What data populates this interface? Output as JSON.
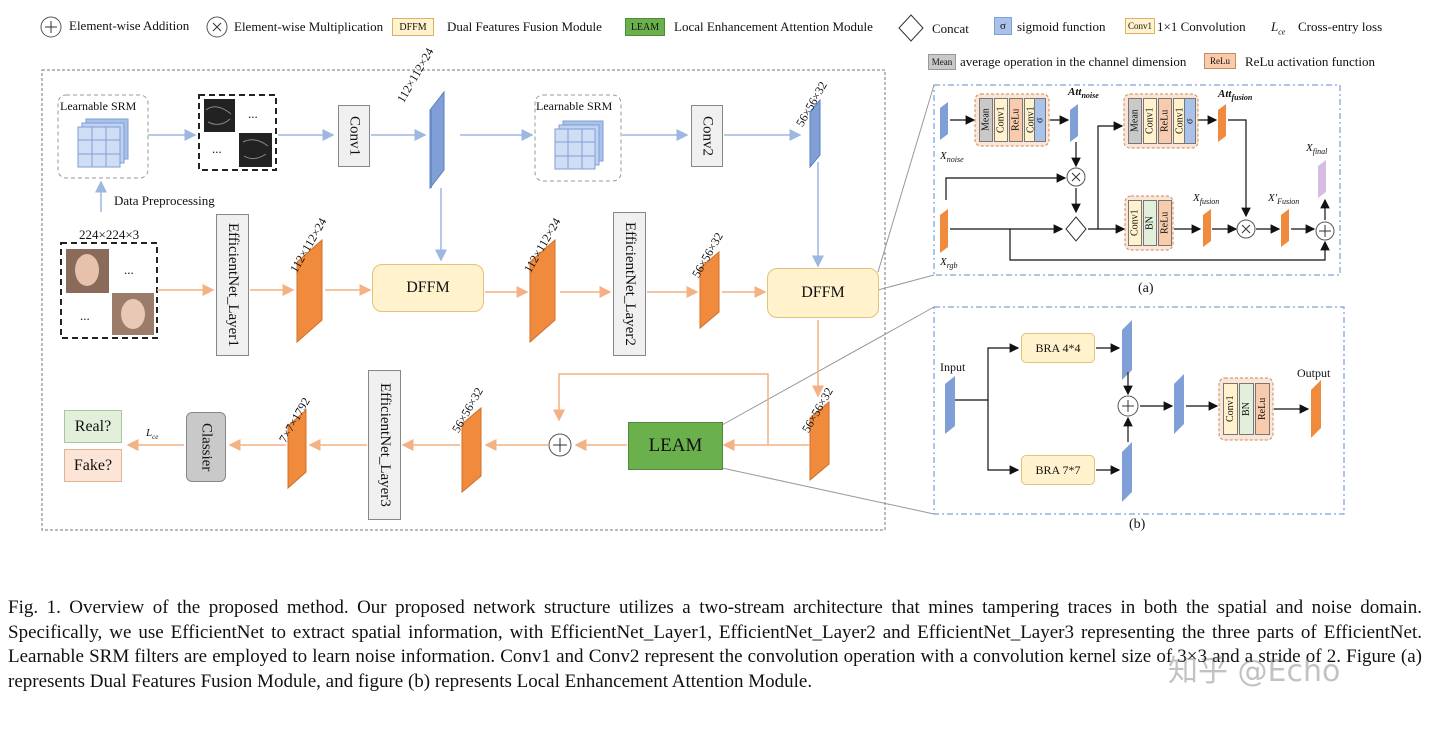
{
  "legend": {
    "addition": "Element-wise Addition",
    "multiplication": "Element-wise Multiplication",
    "dffm_chip": "DFFM",
    "dffm_desc": "Dual Features Fusion Module",
    "leam_chip": "LEAM",
    "leam_desc": "Local Enhancement Attention Module",
    "concat": "Concat",
    "sigma_chip": "σ",
    "sigmoid_desc": "sigmoid function",
    "conv1_chip": "Conv1",
    "conv1_desc": "1×1 Convolution",
    "loss_symbol": "L",
    "loss_sub": "ce",
    "loss_desc": "Cross-entry loss",
    "mean_chip": "Mean",
    "mean_desc": "average operation in the channel dimension",
    "relu_chip": "ReLu",
    "relu_desc": "ReLu activation function"
  },
  "main": {
    "learnable_srm_1": "Learnable SRM",
    "learnable_srm_2": "Learnable SRM",
    "ellipsis": "...",
    "data_preprocessing": "Data Preprocessing",
    "input_dim": "224×224×3",
    "conv1": "Conv1",
    "conv2": "Conv2",
    "dim_112_a": "112×112×24",
    "dim_112_b": "112×112×24",
    "dim_112_c": "112×112×24",
    "dim_56_a": "56×56×32",
    "dim_56_b": "56×56×32",
    "dim_56_c": "56×56×32",
    "dim_56_d": "56×56×32",
    "dim_7": "7×7×1792",
    "layer1": "EfficientNet_Layer1",
    "layer2": "EfficientNet_Layer2",
    "layer3": "EfficientNet_Layer3",
    "dffm_1": "DFFM",
    "dffm_2": "DFFM",
    "leam": "LEAM",
    "classifier": "Classier",
    "real": "Real?",
    "fake": "Fake?",
    "loss": "L",
    "loss_sub": "ce"
  },
  "panel_a": {
    "x_noise": "X",
    "x_noise_sub": "noise",
    "x_rgb": "X",
    "x_rgb_sub": "rgb",
    "att_noise": "Att",
    "att_noise_sub": "noise",
    "att_fusion": "Att",
    "att_fusion_sub": "fusion",
    "x_fusion": "X",
    "x_fusion_sub": "fusion",
    "x_fusion_prime": "X'",
    "x_fusion_prime_sub": "Fusion",
    "x_final": "X",
    "x_final_sub": "final",
    "sigma": "σ",
    "conv1": "Conv1",
    "relu": "ReLu",
    "mean": "Mean",
    "bn": "BN",
    "label": "(a)"
  },
  "panel_b": {
    "input": "Input",
    "output": "Output",
    "bra_4": "BRA  4*4",
    "bra_7": "BRA  7*7",
    "relu": "ReLu",
    "bn": "BN",
    "conv1": "Conv1",
    "label": "(b)"
  },
  "caption": "Fig. 1.  Overview of the proposed method. Our proposed network structure utilizes a two-stream architecture that mines tampering traces in both the spatial and noise domain. Specifically, we use EfficientNet to extract spatial information, with EfficientNet_Layer1, EfficientNet_Layer2 and EfficientNet_Layer3 representing the three parts of EfficientNet. Learnable SRM filters are employed to learn noise information. Conv1 and Conv2 represent the convolution operation with a convolution kernel size of 3×3 and a stride of 2. Figure (a) represents Dual Features Fusion Module, and figure (b) represents Local Enhancement Attention Module.",
  "watermark": "知乎 @Echo",
  "colors": {
    "orange_arrow": "#f4b183",
    "blue_arrow": "#9db7e0",
    "orange_block": "#f08a3c",
    "blue_block": "#7f9fd6",
    "dffm_fill": "#fff2cc",
    "leam_fill": "#6ab04c",
    "real_fill": "#e2efda",
    "fake_fill": "#fce4d6"
  }
}
